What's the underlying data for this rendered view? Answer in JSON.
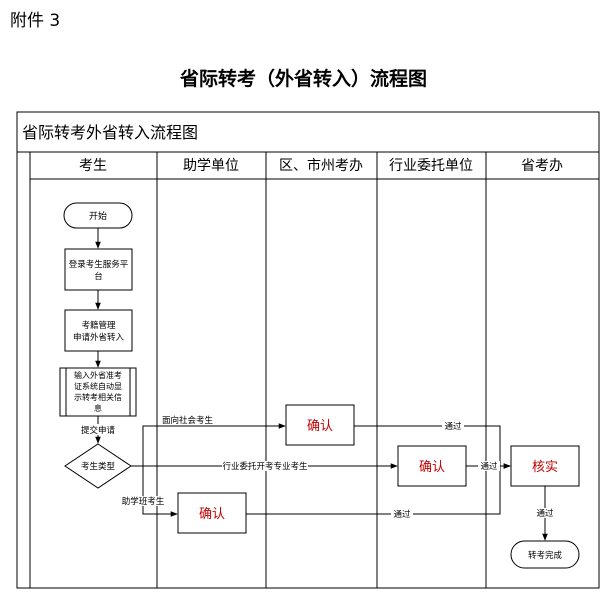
{
  "attachment_label": "附件 3",
  "doc_title": "省际转考（外省转入）流程图",
  "chart_title": "省际转考外省转入流程图",
  "colors": {
    "confirm_text": "#c00000",
    "line": "#000000"
  },
  "lanes": [
    "考生",
    "助学单位",
    "区、市州考办",
    "行业委托单位",
    "省考办"
  ],
  "nodes": {
    "start": "开始",
    "login": [
      "登录考生服务平",
      "台"
    ],
    "apply": [
      "考籍管理",
      "申请外省转入"
    ],
    "input": [
      "输入外省准考",
      "证系统自动显",
      "示转考相关信",
      "息"
    ],
    "type": "考生类型",
    "confirm_district": "确认",
    "confirm_industry": "确认",
    "confirm_school": "确认",
    "verify": "核实",
    "done": "转考完成"
  },
  "edge_labels": {
    "submit": "提交申请",
    "social": "面向社会考生",
    "industry": "行业委托开考专业考生",
    "school": "助学班考生",
    "pass_district": "通过",
    "pass_industry": "通过",
    "pass_school": "通过",
    "pass_verify": "通过"
  }
}
